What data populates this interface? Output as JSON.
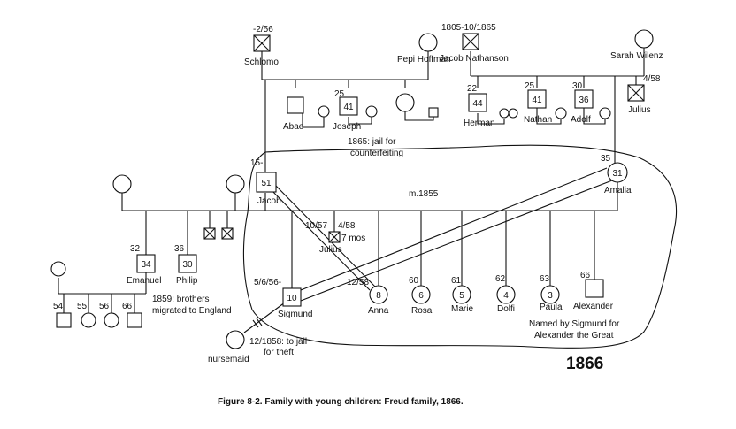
{
  "diagram": {
    "year": "1866",
    "caption": "Figure 8-2. Family with young children: Freud family, 1866.",
    "marriage_label": "m.1855",
    "people": {
      "schlomo": {
        "name": "Schlomo",
        "note": "-2/56"
      },
      "pepi": {
        "name": "Pepi Hoffman"
      },
      "jacob_nathanson": {
        "name": "Jacob Nathanson",
        "note": "1805-10/1865"
      },
      "sarah": {
        "name": "Sarah Wilenz"
      },
      "abae": {
        "name": "Abae"
      },
      "joseph": {
        "name": "Joseph",
        "age_above": "25",
        "inner": "41"
      },
      "herman": {
        "name": "Herman",
        "age_above": "22",
        "inner": "44"
      },
      "nathan": {
        "name": "Nathan",
        "age_above": "25",
        "inner": "41"
      },
      "adolf": {
        "name": "Adolf",
        "age_above": "30",
        "inner": "36"
      },
      "julius_uncle": {
        "name": "Julius",
        "note": "4/58"
      },
      "jacob": {
        "name": "Jacob",
        "age_above": "15-",
        "inner": "51"
      },
      "amalia": {
        "name": "Amalia",
        "age_above": "35",
        "inner": "31"
      },
      "emanuel": {
        "name": "Emanuel",
        "age_above": "32",
        "inner": "34"
      },
      "philip": {
        "name": "Philip",
        "age_above": "36",
        "inner": "30"
      },
      "julius": {
        "name": "Julius",
        "birth": "10/57",
        "death": "4/58",
        "note": "7 mos"
      },
      "sigmund": {
        "name": "Sigmund",
        "age_above": "5/6/56-",
        "inner": "10"
      },
      "anna": {
        "name": "Anna",
        "age_above": "12/58",
        "inner": "8"
      },
      "rosa": {
        "name": "Rosa",
        "age_above": "60",
        "inner": "6"
      },
      "marie": {
        "name": "Marie",
        "age_above": "61",
        "inner": "5"
      },
      "dolfi": {
        "name": "Dolfi",
        "age_above": "62",
        "inner": "4"
      },
      "paula": {
        "name": "Paula",
        "age_above": "63",
        "inner": "3"
      },
      "alexander": {
        "name": "Alexander",
        "age_above": "66"
      },
      "nursemaid": {
        "name": "nursemaid"
      },
      "grandchildren_ages": [
        "54",
        "55",
        "56",
        "66"
      ]
    },
    "notes": {
      "jail_counterfeit": [
        "1865: jail for",
        "counterfeiting"
      ],
      "brothers_england": [
        "1859: brothers",
        "migrated to England"
      ],
      "nursemaid_jail": [
        "12/1858: to jail",
        "for theft"
      ],
      "alexander_named": [
        "Named by Sigmund for",
        "Alexander the Great"
      ]
    }
  }
}
